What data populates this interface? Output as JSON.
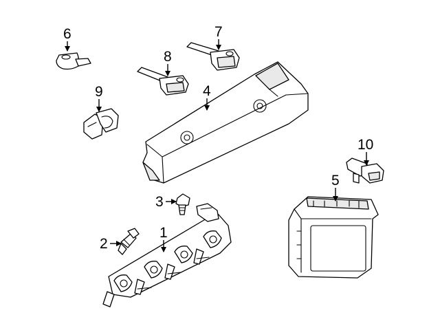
{
  "callouts": {
    "c1": "1",
    "c2": "2",
    "c3": "3",
    "c4": "4",
    "c5": "5",
    "c6": "6",
    "c7": "7",
    "c8": "8",
    "c9": "9",
    "c10": "10"
  },
  "colors": {
    "line": "#000000",
    "background": "#ffffff",
    "shade": "#e9e9e9"
  }
}
